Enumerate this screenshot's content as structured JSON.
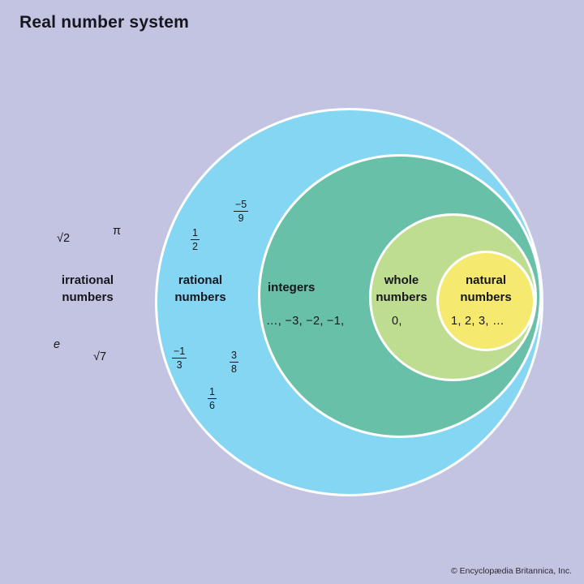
{
  "title": "Real number system",
  "copyright": "© Encyclopædia Britannica, Inc.",
  "colors": {
    "background": "#c3c4e2",
    "rational_circle": "#85d6f2",
    "integers_circle": "#69c0a8",
    "whole_circle": "#bedd90",
    "natural_circle": "#f6e96f",
    "circle_border": "#ffffff"
  },
  "irrational": {
    "label_line1": "irrational",
    "label_line2": "numbers",
    "examples": {
      "sqrt2": "√2",
      "pi": "π",
      "e": "e",
      "sqrt7": "√7"
    }
  },
  "rational": {
    "label_line1": "rational",
    "label_line2": "numbers",
    "fractions": [
      {
        "num": "−5",
        "den": "9"
      },
      {
        "num": "1",
        "den": "2"
      },
      {
        "num": "−1",
        "den": "3"
      },
      {
        "num": "3",
        "den": "8"
      },
      {
        "num": "1",
        "den": "6"
      }
    ]
  },
  "integers": {
    "label": "integers",
    "examples": "…, −3, −2, −1,"
  },
  "whole": {
    "label_line1": "whole",
    "label_line2": "numbers",
    "examples": "0,"
  },
  "natural": {
    "label_line1": "natural",
    "label_line2": "numbers",
    "examples": "1, 2, 3, …"
  }
}
